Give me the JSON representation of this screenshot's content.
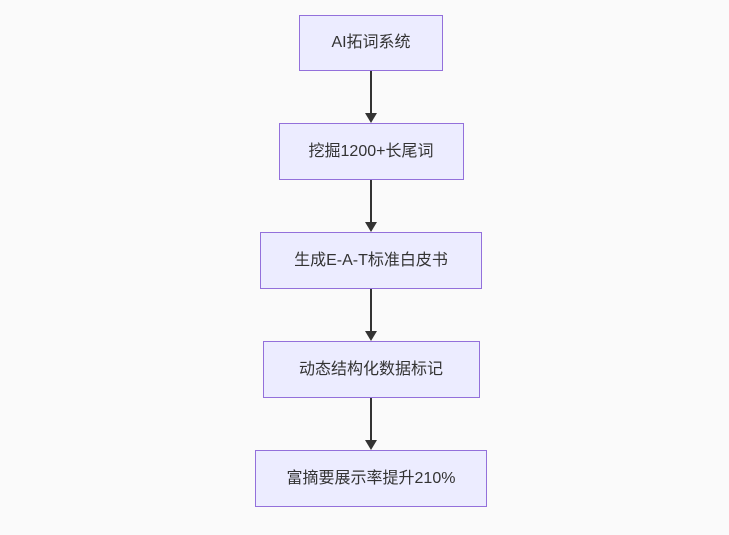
{
  "flowchart": {
    "direction": "top-down",
    "nodes": [
      {
        "id": "n1",
        "label": "AI拓词系统"
      },
      {
        "id": "n2",
        "label": "挖掘1200+长尾词"
      },
      {
        "id": "n3",
        "label": "生成E-A-T标准白皮书"
      },
      {
        "id": "n4",
        "label": "动态结构化数据标记"
      },
      {
        "id": "n5",
        "label": "富摘要展示率提升210%"
      }
    ],
    "edges": [
      {
        "from": "n1",
        "to": "n2"
      },
      {
        "from": "n2",
        "to": "n3"
      },
      {
        "from": "n3",
        "to": "n4"
      },
      {
        "from": "n4",
        "to": "n5"
      }
    ],
    "colors": {
      "background": "#fafafa",
      "node_fill": "#ECECFF",
      "node_border": "#9370DB",
      "text": "#333333",
      "arrow": "#333333"
    }
  }
}
